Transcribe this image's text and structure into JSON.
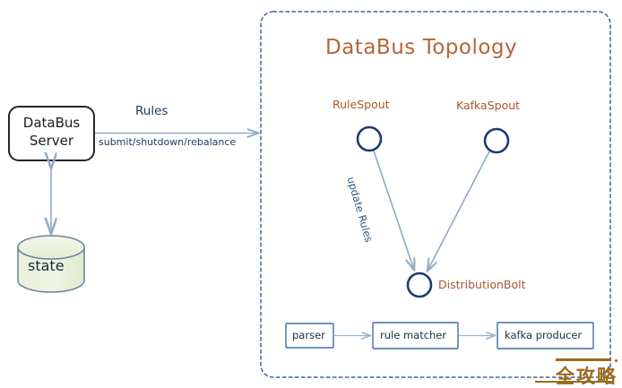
{
  "diagram": {
    "title": "DataBus Topology",
    "left": {
      "server_line1": "DataBus",
      "server_line2": "Server",
      "state_label": "state"
    },
    "edges": {
      "rules_label": "Rules",
      "rules_sub_label": "submit/shutdown/rebalance",
      "update_rules_label": "update Rules"
    },
    "topology": {
      "spouts": [
        {
          "label": "RuleSpout"
        },
        {
          "label": "KafkaSpout"
        }
      ],
      "bolt": {
        "label": "DistributionBolt"
      },
      "pipeline": [
        {
          "label": "parser"
        },
        {
          "label": "rule matcher"
        },
        {
          "label": "kafka producer"
        }
      ]
    },
    "watermark": {
      "text": "全攻略"
    },
    "colors": {
      "title": "#b5643c",
      "node_label": "#a8562f",
      "circle_stroke": "#1f3c73",
      "arrow": "#8fa9c4",
      "dashed_border": "#3a5a8c",
      "box_border": "#3f6ea8",
      "state_fill": "#e7f0d6",
      "state_stroke": "#5f7f9a",
      "server_border": "#2a2a2a",
      "watermark": "#9a6a1c"
    }
  }
}
